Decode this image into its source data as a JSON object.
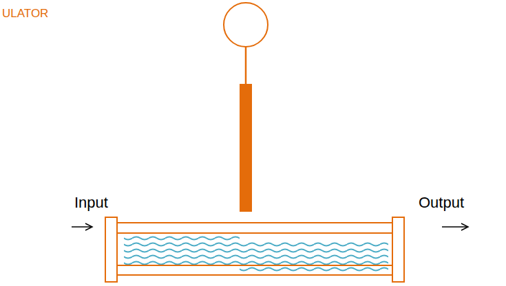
{
  "diagram": {
    "title": "ULATOR",
    "labels": [
      "Input",
      "Output"
    ]
  }
}
